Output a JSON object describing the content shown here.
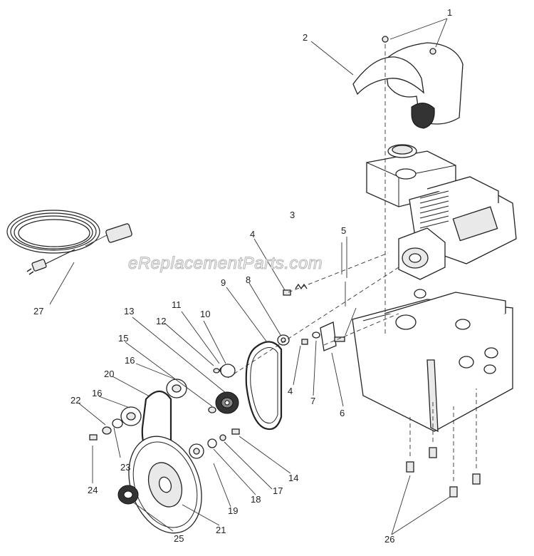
{
  "watermark": "eReplacementParts.com",
  "callouts": [
    {
      "id": "1",
      "label": "1"
    },
    {
      "id": "2",
      "label": "2"
    },
    {
      "id": "3",
      "label": "3"
    },
    {
      "id": "4a",
      "label": "4"
    },
    {
      "id": "4b",
      "label": "4"
    },
    {
      "id": "5",
      "label": "5"
    },
    {
      "id": "6",
      "label": "6"
    },
    {
      "id": "7",
      "label": "7"
    },
    {
      "id": "8",
      "label": "8"
    },
    {
      "id": "9",
      "label": "9"
    },
    {
      "id": "10",
      "label": "10"
    },
    {
      "id": "11",
      "label": "11"
    },
    {
      "id": "12",
      "label": "12"
    },
    {
      "id": "13",
      "label": "13"
    },
    {
      "id": "14",
      "label": "14"
    },
    {
      "id": "15",
      "label": "15"
    },
    {
      "id": "16a",
      "label": "16"
    },
    {
      "id": "16b",
      "label": "16"
    },
    {
      "id": "17",
      "label": "17"
    },
    {
      "id": "18",
      "label": "18"
    },
    {
      "id": "19",
      "label": "19"
    },
    {
      "id": "20",
      "label": "20"
    },
    {
      "id": "21",
      "label": "21"
    },
    {
      "id": "22",
      "label": "22"
    },
    {
      "id": "23",
      "label": "23"
    },
    {
      "id": "24",
      "label": "24"
    },
    {
      "id": "25",
      "label": "25"
    },
    {
      "id": "26",
      "label": "26"
    },
    {
      "id": "27",
      "label": "27"
    }
  ]
}
